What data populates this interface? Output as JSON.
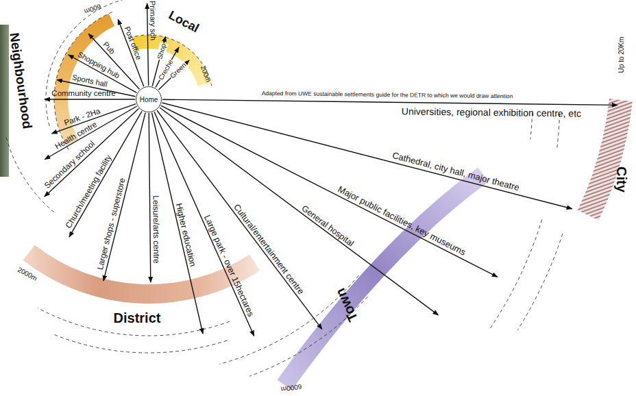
{
  "diagram": {
    "nodes": [
      {
        "text": [
          "Home"
        ]
      },
      {
        "text": [
          "Local"
        ]
      },
      {
        "text": [
          "Neighbourhood"
        ]
      },
      {
        "text": [
          "District"
        ]
      },
      {
        "text": [
          "Town"
        ]
      },
      {
        "text": [
          "City"
        ]
      }
    ],
    "labels": [
      "Primary sch",
      "Post office",
      "Pub",
      "Shopping hub",
      "Sports hall",
      "Community centre",
      "Park - 2Ha",
      "Health centre",
      "Secondary school",
      "Church/meeting facility",
      "Larger shops - superstore",
      "Leisure/arts centre",
      "Higher education",
      "Large park - over 15hectares",
      "Cultural/entertainment centre",
      "General hospital",
      "Major public facilities, key museums",
      "Cathedral, city hall, major theatre",
      "Universities, regional exhibition centre, etc",
      "Shop",
      "Creche",
      "Green",
      "200m",
      "600m",
      "2000m",
      "6000m",
      "Up to 20Km",
      "Adapted from UWE sustainable settlements guide for the DETR to which we would draw attention"
    ]
  }
}
